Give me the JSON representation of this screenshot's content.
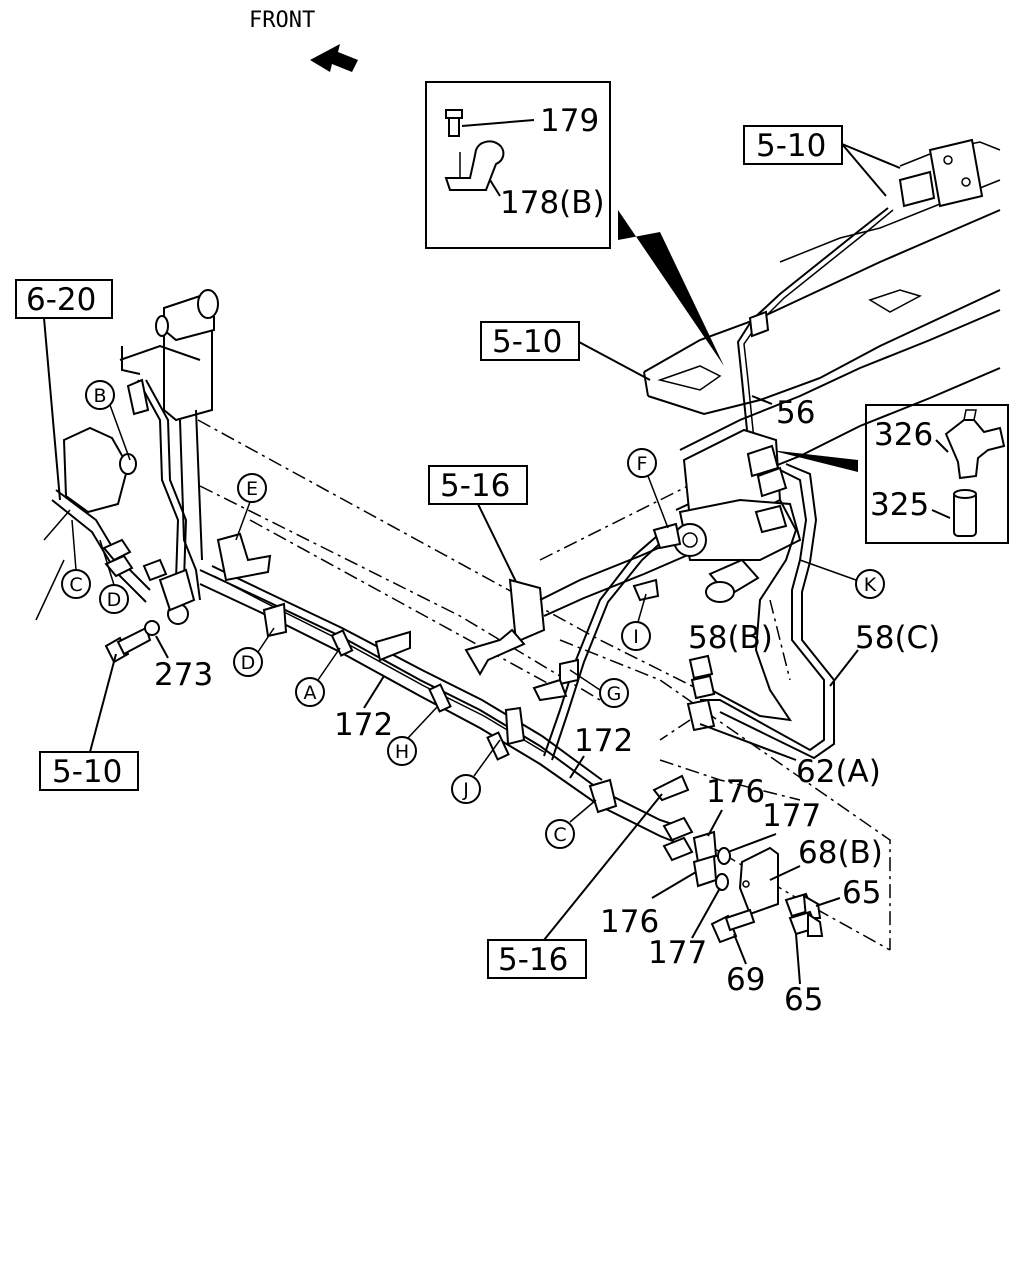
{
  "header": {
    "front_label": "FRONT"
  },
  "refs": {
    "r_5_10_top": "5-10",
    "r_6_20": "6-20",
    "r_5_10_mid": "5-10",
    "r_5_16_mid": "5-16",
    "r_5_10_bottom": "5-10",
    "r_5_16_bottom": "5-16"
  },
  "parts": {
    "p179": "179",
    "p178b": "178(B)",
    "p326": "326",
    "p325": "325",
    "p56": "56",
    "p58b": "58(B)",
    "p58c": "58(C)",
    "p62a": "62(A)",
    "p273": "273",
    "p172a": "172",
    "p172b": "172",
    "p176a": "176",
    "p177a": "177",
    "p68b": "68(B)",
    "p65a": "65",
    "p176b": "176",
    "p177b": "177",
    "p69": "69",
    "p65b": "65"
  },
  "callouts": {
    "A": "A",
    "B": "B",
    "C1": "C",
    "C2": "C",
    "D1": "D",
    "D2": "D",
    "E": "E",
    "F": "F",
    "G": "G",
    "H": "H",
    "I": "I",
    "J": "J",
    "K": "K"
  }
}
